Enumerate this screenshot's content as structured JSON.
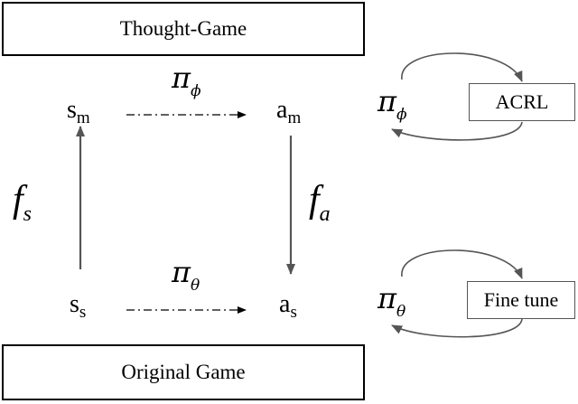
{
  "boxes": {
    "thought_game": "Thought-Game",
    "original_game": "Original Game",
    "acrl": "ACRL",
    "fine_tune": "Fine tune"
  },
  "states": {
    "s_m": {
      "base": "s",
      "sub": "m"
    },
    "a_m": {
      "base": "a",
      "sub": "m"
    },
    "s_s": {
      "base": "s",
      "sub": "s"
    },
    "a_s": {
      "base": "a",
      "sub": "s"
    }
  },
  "policies": {
    "pi_phi": {
      "base": "π",
      "sub": "ϕ"
    },
    "pi_theta": {
      "base": "π",
      "sub": "θ"
    }
  },
  "mappings": {
    "f_s": {
      "base": "f",
      "sub": "s"
    },
    "f_a": {
      "base": "f",
      "sub": "a"
    }
  }
}
